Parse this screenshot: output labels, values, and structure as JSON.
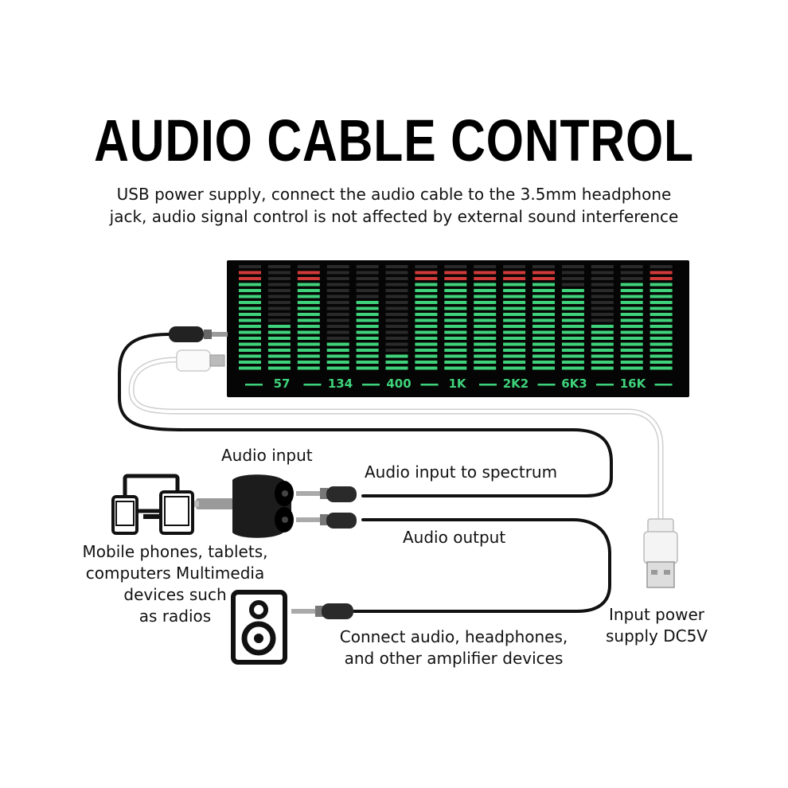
{
  "title": "AUDIO CABLE CONTROL",
  "subtitle": {
    "line1": "USB power supply, connect the audio cable to the 3.5mm headphone",
    "line2": "jack, audio signal control is not affected by external sound interference"
  },
  "labels": {
    "audio_input": "Audio input",
    "audio_input_to_spectrum": "Audio input to spectrum",
    "audio_output": "Audio output",
    "devices": [
      "Mobile phones, tablets,",
      "computers Multimedia",
      "devices such",
      "as radios"
    ],
    "connect_audio": [
      "Connect audio, headphones,",
      "and other amplifier devices"
    ],
    "power": [
      "Input power",
      "supply DC5V"
    ]
  },
  "spectrum": {
    "frequency_labels": [
      "57",
      "134",
      "400",
      "1K",
      "2K2",
      "6K3",
      "16K"
    ],
    "levels": [
      0.95,
      0.45,
      0.95,
      0.25,
      0.65,
      0.15,
      0.95,
      0.95,
      0.95,
      0.95,
      0.95,
      0.75,
      0.45,
      0.82,
      0.95
    ],
    "colors": {
      "low": "#3fd27a",
      "high": "#d23a3a",
      "off": "#2a2a2a",
      "panel": "#050505"
    }
  }
}
